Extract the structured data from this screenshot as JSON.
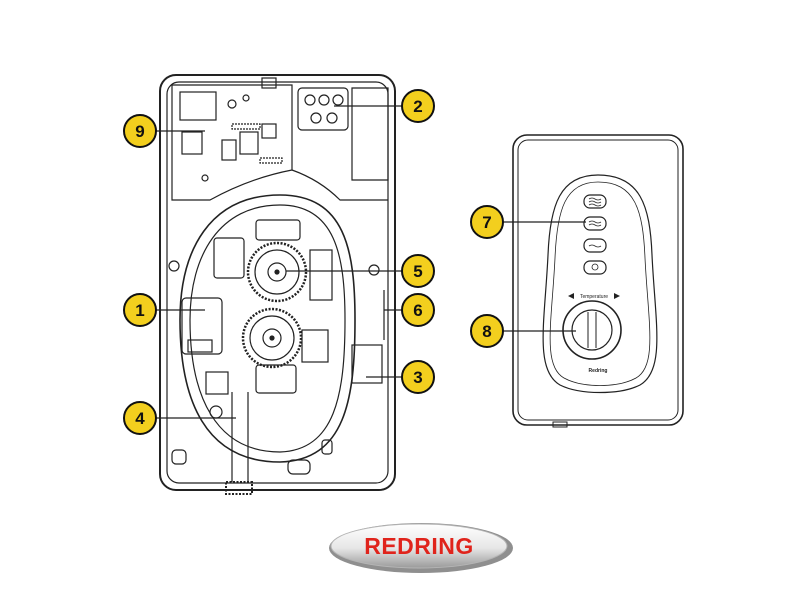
{
  "callouts": [
    {
      "number": "1",
      "part": "outlet"
    },
    {
      "number": "2",
      "part": "terminal-block"
    },
    {
      "number": "3",
      "part": "bracket"
    },
    {
      "number": "4",
      "part": "inlet"
    },
    {
      "number": "5",
      "part": "upper-gear"
    },
    {
      "number": "6",
      "part": "side-clip"
    },
    {
      "number": "7",
      "part": "control-buttons"
    },
    {
      "number": "8",
      "part": "temperature-dial"
    },
    {
      "number": "9",
      "part": "circuit-board"
    }
  ],
  "control_panel": {
    "dial_label": "Temperature",
    "brand_small": "Redring"
  },
  "logo": {
    "text": "REDRING"
  },
  "colors": {
    "callout_fill": "#f3cf1e",
    "callout_stroke": "#111111",
    "line": "#222222",
    "brand_red": "#e0241c"
  }
}
